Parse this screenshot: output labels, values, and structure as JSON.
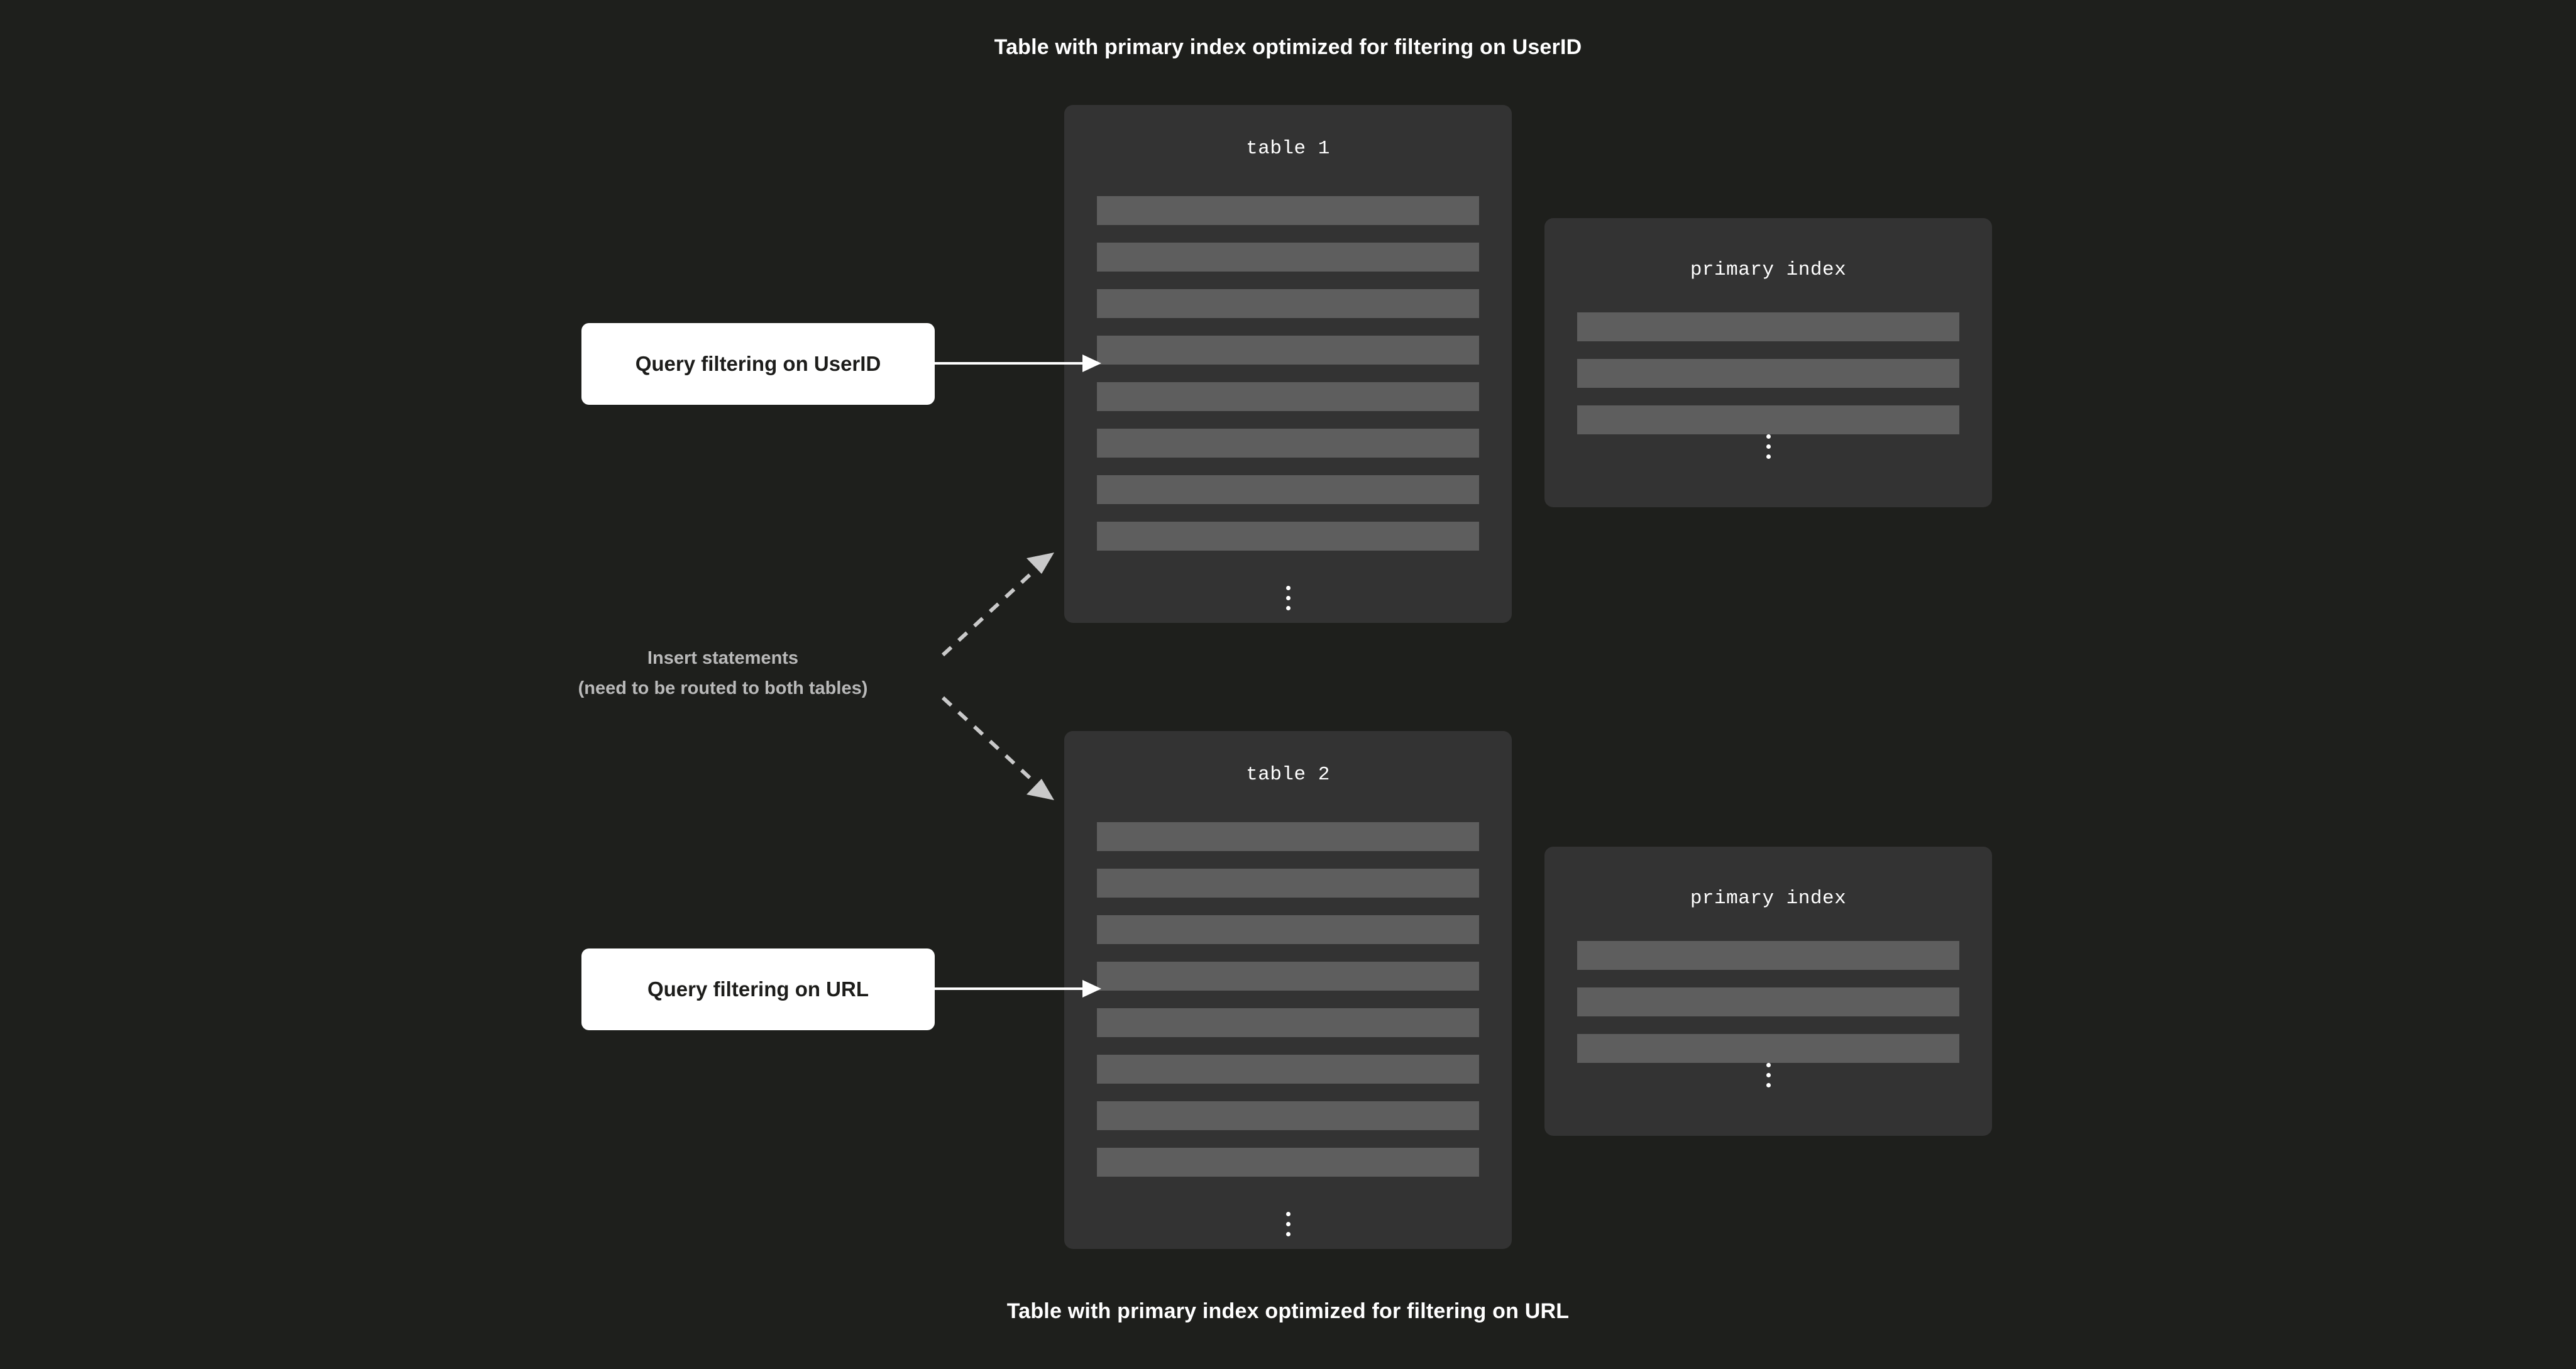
{
  "titles": {
    "top": "Table with primary index optimized for filtering on UserID",
    "bottom": "Table with primary index optimized for filtering on URL"
  },
  "tables": [
    {
      "name": "table 1",
      "row_count": 8,
      "ellipsis": "vertical-ellipsis",
      "primary_index": {
        "name": "primary index",
        "row_count": 3,
        "ellipsis": "vertical-ellipsis"
      }
    },
    {
      "name": "table 2",
      "row_count": 8,
      "ellipsis": "vertical-ellipsis",
      "primary_index": {
        "name": "primary index",
        "row_count": 3,
        "ellipsis": "vertical-ellipsis"
      }
    }
  ],
  "queries": [
    {
      "label": "Query filtering on UserID"
    },
    {
      "label": "Query filtering on URL"
    }
  ],
  "insert_caption": {
    "line1": "Insert statements",
    "line2": "(need to be routed to both tables)"
  },
  "colors": {
    "background": "#1e1f1c",
    "card": "#333333",
    "row": "#5e5e5e",
    "query_box": "#ffffff",
    "query_text": "#1d1d1b",
    "title_text": "#ffffff",
    "caption_text": "#b9b9b9",
    "connector": "#ffffff",
    "dashed_connector": "#c9c9c9"
  }
}
